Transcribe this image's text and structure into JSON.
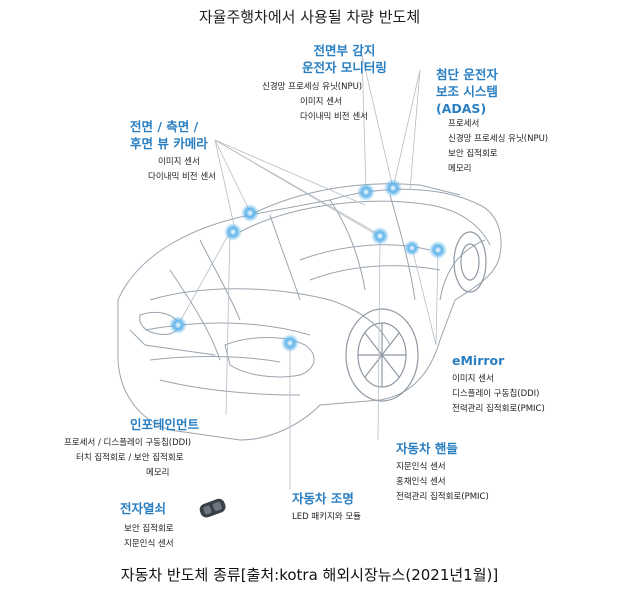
{
  "title": "자율주행차에서 사용될 차량 반도체",
  "caption": "자동차 반도체 종류[출처:kotra 해외시장뉴스(2021년1월)]",
  "colors": {
    "accent": "#2a7fc2",
    "dot": "#3a9ad8",
    "car_line": "#9aa4ae"
  },
  "callouts": {
    "front_monitoring": {
      "heading": [
        "전면부 감지",
        "운전자 모니터링"
      ],
      "items": [
        "신경망 프로세싱 유닛(NPU)",
        "이미지 센서",
        "다이내믹 비전 센서"
      ]
    },
    "adas": {
      "heading": [
        "첨단 운전자",
        "보조 시스템",
        "(ADAS)"
      ],
      "items": [
        "프로세서",
        "신경망 프로세싱 유닛(NPU)",
        "보안 집적회로",
        "메모리"
      ]
    },
    "camera": {
      "heading": [
        "전면 / 측면 /",
        "후면 뷰 카메라"
      ],
      "items": [
        "이미지 센서",
        "다이내믹 비전 센서"
      ]
    },
    "emirror": {
      "heading": [
        "eMirror"
      ],
      "items": [
        "이미지 센서",
        "디스플레이 구동칩(DDI)",
        "전력관리 집적회로(PMIC)"
      ]
    },
    "infotainment": {
      "heading": [
        "인포테인먼트"
      ],
      "items": [
        "프로세서 / 디스플레이 구동칩(DDI)",
        "터치 집적회로 / 보안 집적회로",
        "메모리"
      ]
    },
    "handle": {
      "heading": [
        "자동차 핸들"
      ],
      "items": [
        "지문인식 센서",
        "홍채인식 센서",
        "전력관리 집적회로(PMIC)"
      ]
    },
    "lighting": {
      "heading": [
        "자동차 조명"
      ],
      "items": [
        "LED 패키지와 모듈"
      ]
    },
    "smartkey": {
      "heading": [
        "전자열쇠"
      ],
      "items": [
        "보안 집적회로",
        "지문인식 센서"
      ]
    }
  }
}
